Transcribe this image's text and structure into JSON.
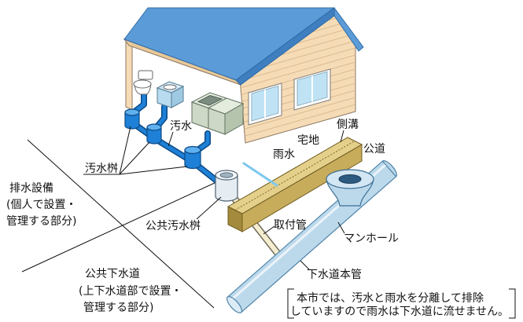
{
  "diagram": {
    "labels": {
      "osui": "汚水",
      "sokko": "側溝",
      "takuchi": "宅地",
      "kodo": "公道",
      "usui": "雨水",
      "osui_masu": "汚水桝",
      "haisui_setsubi": "排水設備",
      "haisui_setsubi_note_1": "(個人で設置・",
      "haisui_setsubi_note_2": "管理する部分)",
      "kokyo_osui_masu": "公共汚水桝",
      "toritsukekan": "取付管",
      "manhole": "マンホール",
      "kokyo_gesuido": "公共下水道",
      "kokyo_gesuido_note_1": "(上下水道部で設置・",
      "kokyo_gesuido_note_2": "管理する部分)",
      "gesuido_honkan": "下水道本管"
    },
    "note": {
      "line_1": "本市では、汚水と雨水を分離して排除",
      "line_2": "していますので雨水は下水道に流せません。"
    }
  },
  "colors": {
    "roof": "#5b9bd8",
    "wall": "#f6dcb6",
    "sewage_pipe": "#1e80d6",
    "rain_pipe": "#7cc8ef",
    "ditch": "#e4d08a",
    "main_pipe": "#bcd9ec",
    "public_masu": "#e6edf2"
  }
}
